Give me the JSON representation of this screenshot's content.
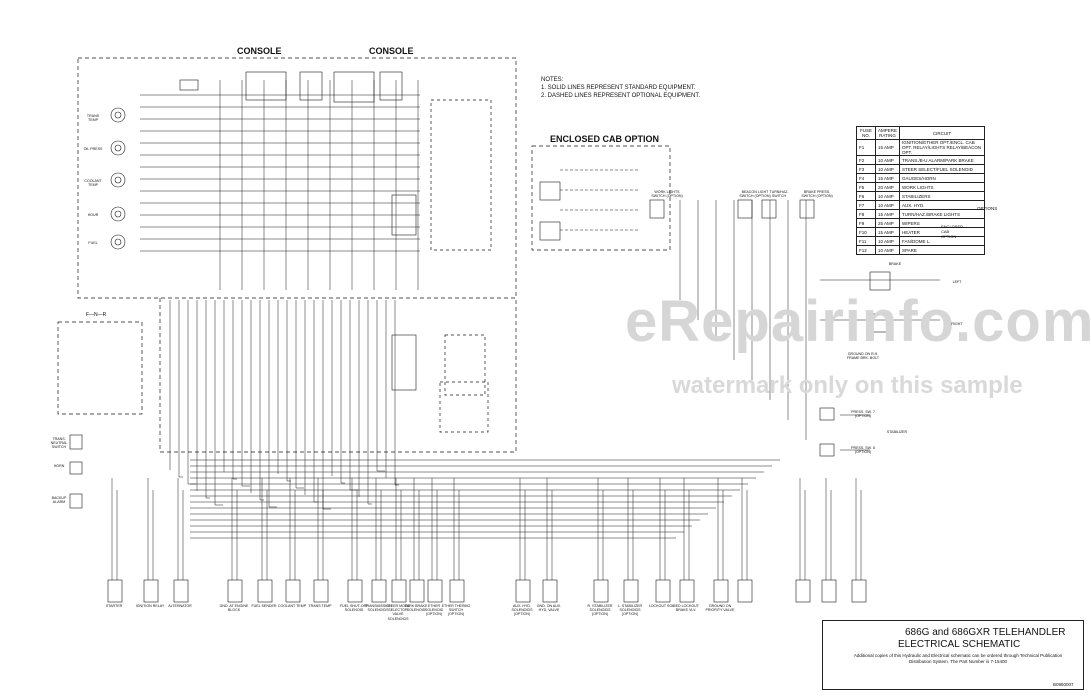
{
  "diagram": {
    "console_left_title": "CONSOLE",
    "console_right_title": "CONSOLE",
    "enclosed_cab_title": "ENCLOSED CAB OPTION",
    "fnr_label": "F—N—R",
    "notes": {
      "heading": "NOTES:",
      "line1": "1.  SOLID LINES REPRESENT STANDARD EQUIPMENT.",
      "line2": "2.  DASHED LINES REPRESENT OPTIONAL EQUIPMENT."
    },
    "watermark_main": "eRepairinfo.com",
    "watermark_sub": "watermark only on this sample",
    "fuse_table": {
      "headers": [
        "FUSE NO.",
        "AMPERE RATING",
        "CIRCUIT"
      ],
      "rows": [
        {
          "fuse": "F1",
          "amp": "15 AMP",
          "circuit": "IGNITION/ETHER OPT./ENCL. CAB OPT. RELAY/LIGHTS RELAY/BEACON OPT."
        },
        {
          "fuse": "F2",
          "amp": "10 AMP",
          "circuit": "TRANS./B-U ALARM/PARK BRAKE"
        },
        {
          "fuse": "F3",
          "amp": "10 AMP",
          "circuit": "STEER SELECT/FUEL SOLENOID"
        },
        {
          "fuse": "F4",
          "amp": "15 AMP",
          "circuit": "GAUGES/HORN"
        },
        {
          "fuse": "F5",
          "amp": "20 AMP",
          "circuit": "WORK LIGHTS"
        },
        {
          "fuse": "F6",
          "amp": "10 AMP",
          "circuit": "STABILIZERS"
        },
        {
          "fuse": "F7",
          "amp": "10 AMP",
          "circuit": "AUX. HYD."
        },
        {
          "fuse": "F8",
          "amp": "15 AMP",
          "circuit": "TURN/HAZ./BRAKE LIGHTS"
        },
        {
          "fuse": "F9",
          "amp": "25 AMP",
          "circuit": "WIPERS"
        },
        {
          "fuse": "F10",
          "amp": "15 AMP",
          "circuit": "HEATER"
        },
        {
          "fuse": "F11",
          "amp": "10 AMP",
          "circuit": "FAN/DOME L."
        },
        {
          "fuse": "F12",
          "amp": "10 AMP",
          "circuit": "SPARE"
        }
      ],
      "options_label": "OPTIONS",
      "enclosed_cab_option_label": "ENCLOSED CAB OPTION"
    },
    "title_block": {
      "line1": "686G and 686GXR TELEHANDLER",
      "line2": "ELECTRICAL SCHEMATIC",
      "note": "Additional copies of this Hydraulic and Electrical schematic can be ordered through Technical Publication Distribution System. The Part Number is 7-15400",
      "drawing_number": "B0960007"
    },
    "left_gauges": [
      "TRANS TEMP",
      "OIL PRESS",
      "COOLANT TEMP",
      "HOUR",
      "FUEL"
    ],
    "left_components": [
      "TRANS. NEUTRAL SWITCH",
      "HORN",
      "BACKUP ALARM"
    ],
    "bottom_components": [
      "STARTER",
      "IGNITION RELAY",
      "ALTERNATOR",
      "GND. AT ENGINE BLOCK",
      "FUEL SENDER",
      "COOLANT TEMP",
      "TRANS TEMP",
      "FUEL SHUT-OFF SOLENOID",
      "TRANSMISSION SOLENOIDS",
      "STEER MODE SELECTOR VALVE SOLENOIDS",
      "PARK BRAKE SOLENOID",
      "ETHER SOLENOID (OPTION)",
      "ETHER THERMO SWITCH (OPTION)",
      "AUX. HYD. SOLENOIDS (OPTION)",
      "GND. ON AUX. HYD. VALVE",
      "R. STABILIZER SOLENOIDS (OPTION)",
      "L. STABILIZER SOLENOIDS (OPTION)",
      "LOCKOUT SOL.",
      "RED LOCKOUT BRAKE VLV.",
      "GROUND ON PRIORITY VALVE"
    ],
    "right_components": [
      "BRAKE",
      "LEFT",
      "RIGHT",
      "PRESS. SW. 7 (OPTION)",
      "PRESS. SW. 8 (OPTION)",
      "STABILIZER",
      "GROUND ON R.H. FRAME BRK. BOLT",
      "BRAKE PRESS. SWITCH (OPTION)",
      "TURN/HAZ. SWITCH",
      "BEACON LIGHT SWITCH (OPTION)",
      "WORK LIGHTS SWITCH (OPTION)"
    ]
  }
}
